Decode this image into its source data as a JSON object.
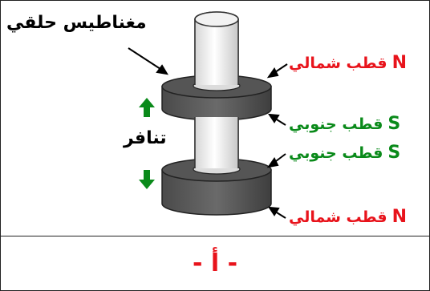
{
  "labels": {
    "ring_magnet": "مغناطيس حلقي",
    "repulsion": "تنافر",
    "north_pole_text": "قطب شمالي",
    "south_pole_text": "قطب جنوبي",
    "north_letter": "N",
    "south_letter": "S"
  },
  "caption": "- أ -",
  "colors": {
    "north": "#e8131b",
    "south": "#0a8a1a",
    "caption": "#e8131b",
    "arrow": "#0a8a1a"
  },
  "icons": {
    "up": "green-up-arrow",
    "down": "green-down-arrow"
  }
}
